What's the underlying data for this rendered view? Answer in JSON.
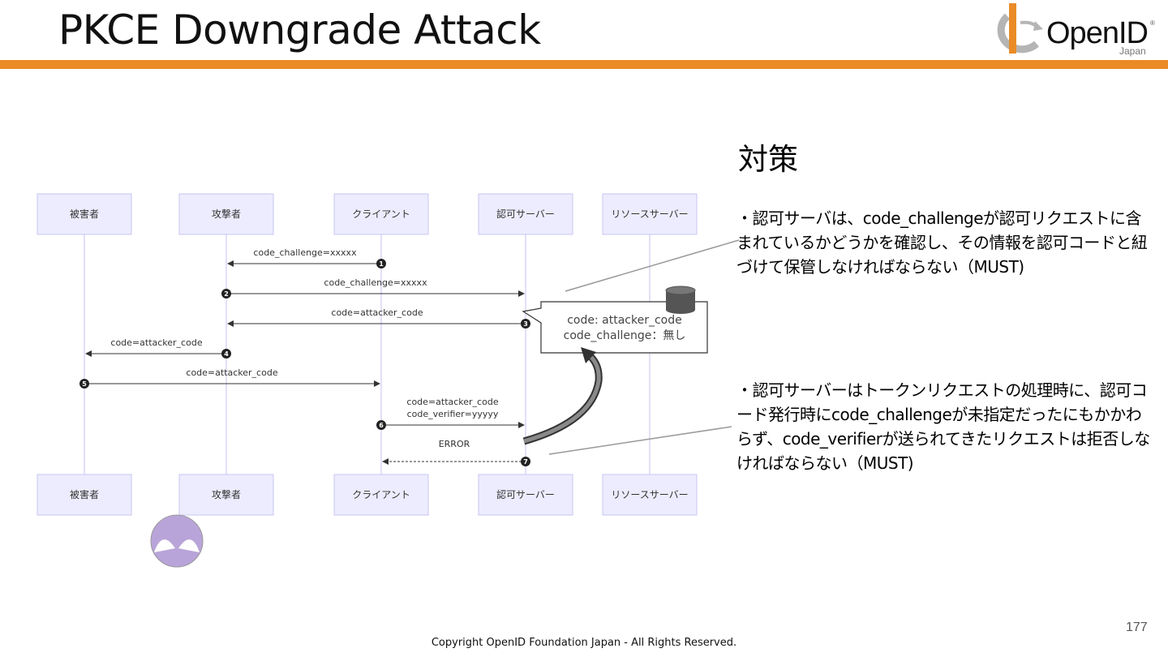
{
  "slide": {
    "title": "PKCE Downgrade Attack",
    "page_number": "177",
    "copyright": "Copyright OpenID Foundation Japan - All Rights Reserved."
  },
  "logo": {
    "name": "OpenID",
    "sub": "Japan",
    "registered": "®"
  },
  "sequence": {
    "actors": [
      "被害者",
      "攻撃者",
      "クライアント",
      "認可サーバー",
      "リソースサーバー"
    ],
    "messages": [
      {
        "num": "1",
        "label": "code_challenge=xxxxx",
        "from": "クライアント",
        "to": "攻撃者",
        "style": "solid"
      },
      {
        "num": "2",
        "label": "code_challenge=xxxxx",
        "from": "攻撃者",
        "to": "認可サーバー",
        "style": "solid"
      },
      {
        "num": "3",
        "label": "code=attacker_code",
        "from": "認可サーバー",
        "to": "攻撃者",
        "style": "solid"
      },
      {
        "num": "4",
        "label": "code=attacker_code",
        "from": "攻撃者",
        "to": "被害者",
        "style": "solid"
      },
      {
        "num": "5",
        "label": "code=attacker_code",
        "from": "被害者",
        "to": "クライアント",
        "style": "solid"
      },
      {
        "num": "6",
        "label": "code=attacker_code",
        "label2": "code_verifier=yyyyy",
        "from": "クライアント",
        "to": "認可サーバー",
        "style": "solid"
      },
      {
        "num": "7",
        "label": "ERROR",
        "from": "認可サーバー",
        "to": "クライアント",
        "style": "dashed"
      }
    ],
    "note": {
      "line1": "code: attacker_code",
      "line2": "code_challenge：無し"
    }
  },
  "countermeasures": {
    "heading": "対策",
    "item1": "・認可サーバは、code_challengeが認可リクエストに含まれているかどうかを確認し、その情報を認可コードと紐づけて保管しなければならない（MUST)",
    "item2": "・認可サーバーはトークンリクエストの処理時に、認可コード発行時にcode_challengeが未指定だったにもかかわらず、code_verifierが送られてきたリクエストは拒否しなければならない（MUST)"
  },
  "colors": {
    "accent": "#ea8b27",
    "actor_fill": "#ececfe",
    "actor_stroke": "#c9c6f2",
    "lifeline": "#d9d5f7",
    "avatar": "#b9a4d9"
  }
}
